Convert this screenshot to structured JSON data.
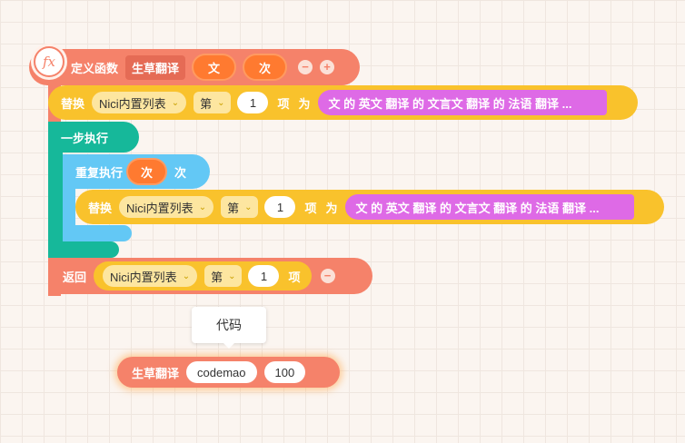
{
  "define_block": {
    "keyword": "定义函数",
    "function_name": "生草翻译",
    "params": [
      "文",
      "次"
    ],
    "remove_symbol": "−",
    "add_symbol": "+",
    "fx_symbol": "fx"
  },
  "replace_1": {
    "verb": "替换",
    "list": "Nici内置列表",
    "order": "第",
    "index": "1",
    "item_word": "项",
    "as_word": "为",
    "value": "文 的 英文 翻译 的 文言文 翻译 的 法语 翻译 ..."
  },
  "sequential": {
    "label": "一步执行"
  },
  "repeat": {
    "label": "重复执行",
    "var": "次",
    "suffix": "次"
  },
  "replace_2": {
    "verb": "替换",
    "list": "Nici内置列表",
    "order": "第",
    "index": "1",
    "item_word": "项",
    "as_word": "为",
    "value": "文 的 英文 翻译 的 文言文 翻译 的 法语 翻译 ..."
  },
  "return_block": {
    "keyword": "返回",
    "list": "Nici内置列表",
    "order": "第",
    "index": "1",
    "item_word": "项",
    "remove_symbol": "−"
  },
  "tooltip": {
    "text": "代码"
  },
  "call_block": {
    "function_name": "生草翻译",
    "arg1": "codemao",
    "arg2": "100"
  },
  "chevron": "⌄",
  "icons": [
    "function-icon",
    "remove-icon",
    "add-icon",
    "chevron-down-icon"
  ]
}
